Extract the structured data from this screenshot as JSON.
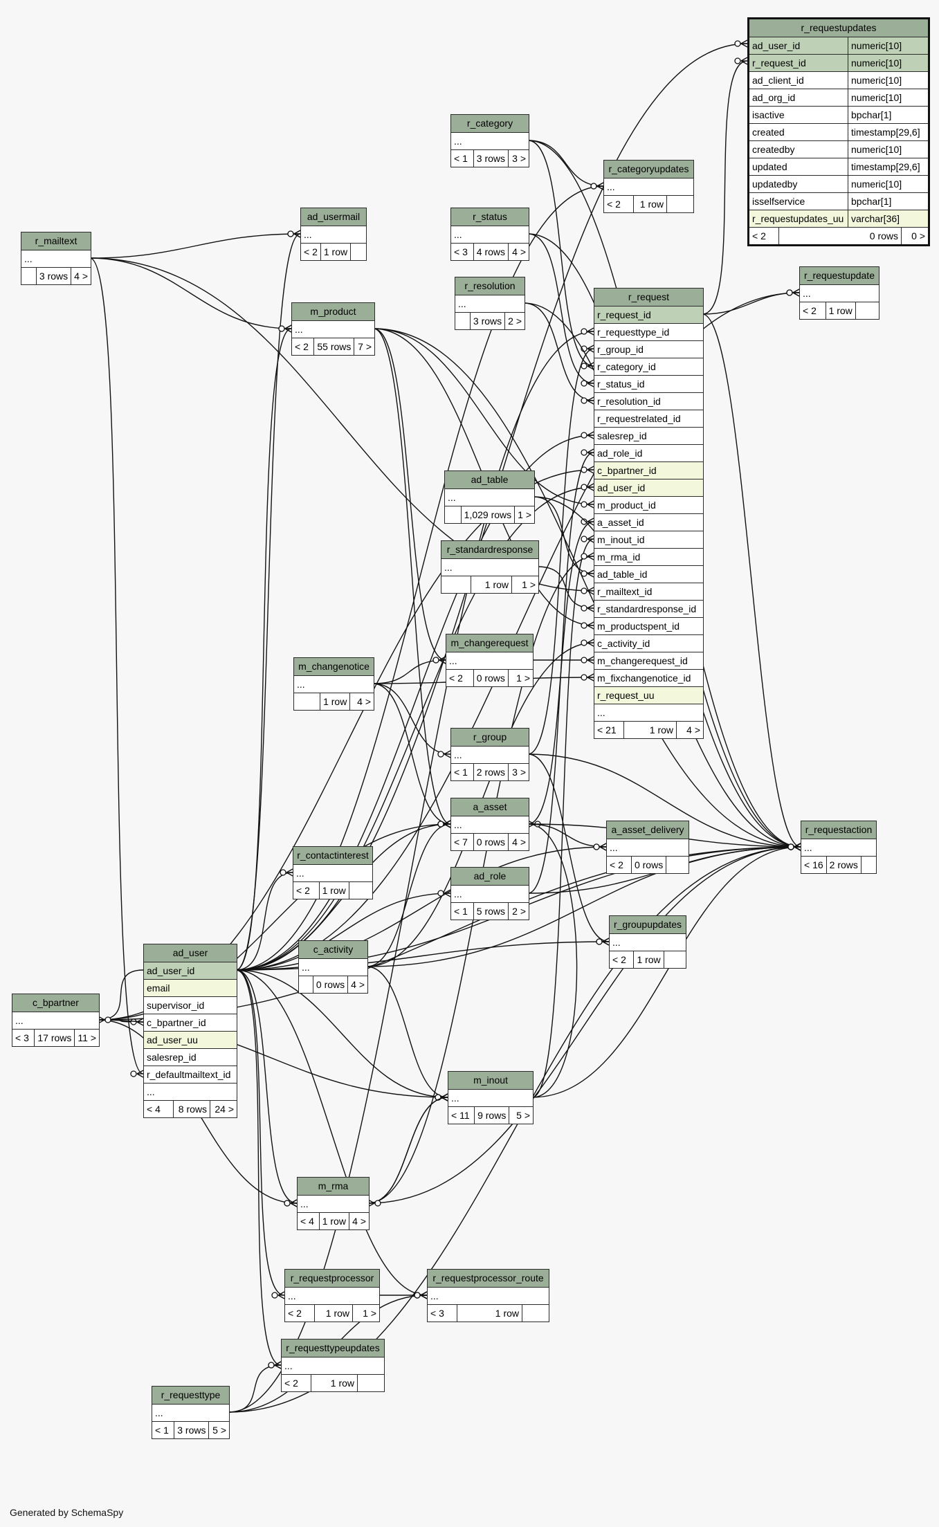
{
  "footer": "Generated by SchemaSpy",
  "focus_table": {
    "name": "r_requestupdates",
    "columns": [
      {
        "name": "ad_user_id",
        "type": "numeric[10]",
        "kind": "pk"
      },
      {
        "name": "r_request_id",
        "type": "numeric[10]",
        "kind": "pk"
      },
      {
        "name": "ad_client_id",
        "type": "numeric[10]",
        "kind": ""
      },
      {
        "name": "ad_org_id",
        "type": "numeric[10]",
        "kind": ""
      },
      {
        "name": "isactive",
        "type": "bpchar[1]",
        "kind": ""
      },
      {
        "name": "created",
        "type": "timestamp[29,6]",
        "kind": ""
      },
      {
        "name": "createdby",
        "type": "numeric[10]",
        "kind": ""
      },
      {
        "name": "updated",
        "type": "timestamp[29,6]",
        "kind": ""
      },
      {
        "name": "updatedby",
        "type": "numeric[10]",
        "kind": ""
      },
      {
        "name": "isselfservice",
        "type": "bpchar[1]",
        "kind": ""
      },
      {
        "name": "r_requestupdates_uu",
        "type": "varchar[36]",
        "kind": "uq"
      }
    ],
    "footer": {
      "parents": "< 2",
      "rows": "0 rows",
      "children": "0 >"
    }
  },
  "tables": [
    {
      "id": "r_category",
      "name": "r_category",
      "rows": [
        "..."
      ],
      "footer": {
        "parents": "< 1",
        "rows": "3 rows",
        "children": "3 >"
      }
    },
    {
      "id": "r_categoryupdates",
      "name": "r_categoryupdates",
      "rows": [
        "..."
      ],
      "footer": {
        "parents": "< 2",
        "rows": "1 row",
        "children": ""
      }
    },
    {
      "id": "ad_usermail",
      "name": "ad_usermail",
      "rows": [
        "..."
      ],
      "footer": {
        "parents": "< 2",
        "rows": "1 row",
        "children": ""
      }
    },
    {
      "id": "r_status",
      "name": "r_status",
      "rows": [
        "..."
      ],
      "footer": {
        "parents": "< 3",
        "rows": "4 rows",
        "children": "4 >"
      }
    },
    {
      "id": "r_mailtext",
      "name": "r_mailtext",
      "rows": [
        "..."
      ],
      "footer": {
        "parents": "",
        "rows": "3 rows",
        "children": "4 >"
      }
    },
    {
      "id": "r_resolution",
      "name": "r_resolution",
      "rows": [
        "..."
      ],
      "footer": {
        "parents": "",
        "rows": "3 rows",
        "children": "2 >"
      }
    },
    {
      "id": "r_requestupdate",
      "name": "r_requestupdate",
      "rows": [
        "..."
      ],
      "footer": {
        "parents": "< 2",
        "rows": "1 row",
        "children": ""
      }
    },
    {
      "id": "m_product",
      "name": "m_product",
      "rows": [
        "..."
      ],
      "footer": {
        "parents": "< 2",
        "rows": "55 rows",
        "children": "7 >"
      }
    },
    {
      "id": "ad_table",
      "name": "ad_table",
      "rows": [
        "..."
      ],
      "footer": {
        "parents": "",
        "rows": "1,029 rows",
        "children": "1 >"
      }
    },
    {
      "id": "r_standardresponse",
      "name": "r_standardresponse",
      "rows": [
        "..."
      ],
      "footer": {
        "parents": "",
        "rows": "1 row",
        "children": "1 >"
      }
    },
    {
      "id": "m_changerequest",
      "name": "m_changerequest",
      "rows": [
        "..."
      ],
      "footer": {
        "parents": "< 2",
        "rows": "0 rows",
        "children": "1 >"
      }
    },
    {
      "id": "m_changenotice",
      "name": "m_changenotice",
      "rows": [
        "..."
      ],
      "footer": {
        "parents": "",
        "rows": "1 row",
        "children": "4 >"
      }
    },
    {
      "id": "r_group",
      "name": "r_group",
      "rows": [
        "..."
      ],
      "footer": {
        "parents": "< 1",
        "rows": "2 rows",
        "children": "3 >"
      }
    },
    {
      "id": "a_asset",
      "name": "a_asset",
      "rows": [
        "..."
      ],
      "footer": {
        "parents": "< 7",
        "rows": "0 rows",
        "children": "4 >"
      }
    },
    {
      "id": "a_asset_delivery",
      "name": "a_asset_delivery",
      "rows": [
        "..."
      ],
      "footer": {
        "parents": "< 2",
        "rows": "0 rows",
        "children": ""
      }
    },
    {
      "id": "r_requestaction",
      "name": "r_requestaction",
      "rows": [
        "..."
      ],
      "footer": {
        "parents": "< 16",
        "rows": "2 rows",
        "children": ""
      }
    },
    {
      "id": "r_contactinterest",
      "name": "r_contactinterest",
      "rows": [
        "..."
      ],
      "footer": {
        "parents": "< 2",
        "rows": "1 row",
        "children": ""
      }
    },
    {
      "id": "ad_role",
      "name": "ad_role",
      "rows": [
        "..."
      ],
      "footer": {
        "parents": "< 1",
        "rows": "5 rows",
        "children": "2 >"
      }
    },
    {
      "id": "r_groupupdates",
      "name": "r_groupupdates",
      "rows": [
        "..."
      ],
      "footer": {
        "parents": "< 2",
        "rows": "1 row",
        "children": ""
      }
    },
    {
      "id": "c_activity",
      "name": "c_activity",
      "rows": [
        "..."
      ],
      "footer": {
        "parents": "",
        "rows": "0 rows",
        "children": "4 >"
      }
    },
    {
      "id": "c_bpartner",
      "name": "c_bpartner",
      "rows": [
        "..."
      ],
      "footer": {
        "parents": "< 3",
        "rows": "17 rows",
        "children": "11 >"
      }
    },
    {
      "id": "m_inout",
      "name": "m_inout",
      "rows": [
        "..."
      ],
      "footer": {
        "parents": "< 11",
        "rows": "9 rows",
        "children": "5 >"
      }
    },
    {
      "id": "m_rma",
      "name": "m_rma",
      "rows": [
        "..."
      ],
      "footer": {
        "parents": "< 4",
        "rows": "1 row",
        "children": "4 >"
      }
    },
    {
      "id": "r_requestprocessor",
      "name": "r_requestprocessor",
      "rows": [
        "..."
      ],
      "footer": {
        "parents": "< 2",
        "rows": "1 row",
        "children": "1 >"
      }
    },
    {
      "id": "r_requestprocessor_route",
      "name": "r_requestprocessor_route",
      "rows": [
        "..."
      ],
      "footer": {
        "parents": "< 3",
        "rows": "1 row",
        "children": ""
      }
    },
    {
      "id": "r_requesttypeupdates",
      "name": "r_requesttypeupdates",
      "rows": [
        "..."
      ],
      "footer": {
        "parents": "< 2",
        "rows": "1 row",
        "children": ""
      }
    },
    {
      "id": "r_requesttype",
      "name": "r_requesttype",
      "rows": [
        "..."
      ],
      "footer": {
        "parents": "< 1",
        "rows": "3 rows",
        "children": "5 >"
      }
    },
    {
      "id": "ad_user",
      "name": "ad_user",
      "rows": [
        {
          "name": "ad_user_id",
          "kind": "pk"
        },
        {
          "name": "email",
          "kind": "uq"
        },
        {
          "name": "supervisor_id",
          "kind": ""
        },
        {
          "name": "c_bpartner_id",
          "kind": ""
        },
        {
          "name": "ad_user_uu",
          "kind": "uq"
        },
        {
          "name": "salesrep_id",
          "kind": ""
        },
        {
          "name": "r_defaultmailtext_id",
          "kind": ""
        },
        {
          "name": "...",
          "kind": ""
        }
      ],
      "footer": {
        "parents": "< 4",
        "rows": "8 rows",
        "children": "24 >"
      }
    },
    {
      "id": "r_request",
      "name": "r_request",
      "rows": [
        {
          "name": "r_request_id",
          "kind": "pk"
        },
        {
          "name": "r_requesttype_id",
          "kind": ""
        },
        {
          "name": "r_group_id",
          "kind": ""
        },
        {
          "name": "r_category_id",
          "kind": ""
        },
        {
          "name": "r_status_id",
          "kind": ""
        },
        {
          "name": "r_resolution_id",
          "kind": ""
        },
        {
          "name": "r_requestrelated_id",
          "kind": ""
        },
        {
          "name": "salesrep_id",
          "kind": ""
        },
        {
          "name": "ad_role_id",
          "kind": ""
        },
        {
          "name": "c_bpartner_id",
          "kind": "uq"
        },
        {
          "name": "ad_user_id",
          "kind": "uq"
        },
        {
          "name": "m_product_id",
          "kind": ""
        },
        {
          "name": "a_asset_id",
          "kind": ""
        },
        {
          "name": "m_inout_id",
          "kind": ""
        },
        {
          "name": "m_rma_id",
          "kind": ""
        },
        {
          "name": "ad_table_id",
          "kind": ""
        },
        {
          "name": "r_mailtext_id",
          "kind": ""
        },
        {
          "name": "r_standardresponse_id",
          "kind": ""
        },
        {
          "name": "m_productspent_id",
          "kind": ""
        },
        {
          "name": "c_activity_id",
          "kind": ""
        },
        {
          "name": "m_changerequest_id",
          "kind": ""
        },
        {
          "name": "m_fixchangenotice_id",
          "kind": ""
        },
        {
          "name": "r_request_uu",
          "kind": "uq"
        },
        {
          "name": "...",
          "kind": ""
        }
      ],
      "footer": {
        "parents": "< 21",
        "rows": "1 row",
        "children": "4 >"
      }
    }
  ]
}
